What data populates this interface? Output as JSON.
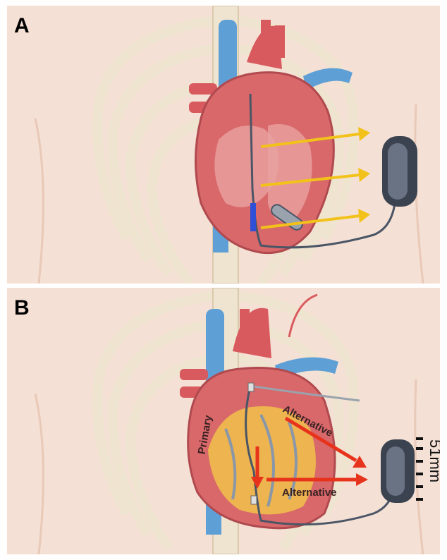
{
  "panels": {
    "a": {
      "letter": "A"
    },
    "b": {
      "letter": "B",
      "labels": {
        "primary": "Primary",
        "alternative_upper": "Alternative",
        "alternative_lower": "Alternative",
        "measure": "51mm"
      }
    }
  },
  "colors": {
    "skin": "#f4e0d4",
    "rib": "#efe4cf",
    "rib_outline": "#d9c9ad",
    "heart": "#d9686b",
    "vessel_blue": "#5e9fd6",
    "vessel_red": "#d95a5e",
    "fat": "#f0c24a",
    "yellow_arrow": "#f2c21a",
    "red_arrow": "#e8331c",
    "device": "#3b4350"
  }
}
